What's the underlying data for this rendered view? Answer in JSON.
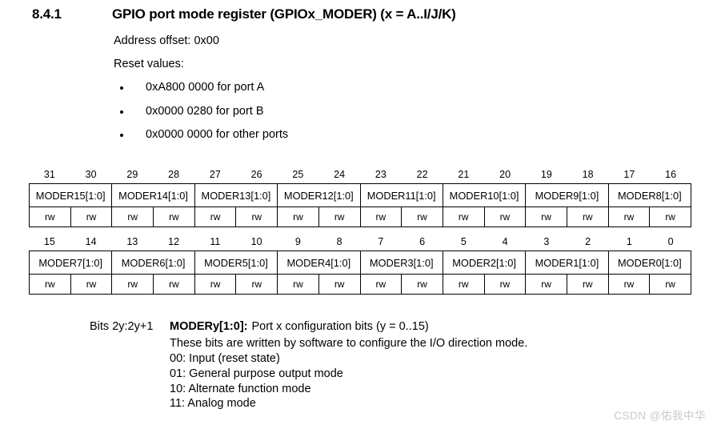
{
  "section": {
    "number": "8.4.1",
    "title": "GPIO port mode register (GPIOx_MODER) (x = A..I/J/K)"
  },
  "intro": {
    "address_offset": "Address offset: 0x00",
    "reset_values_label": "Reset values:",
    "reset_values": [
      "0xA800 0000 for port A",
      "0x0000 0280 for port B",
      "0x0000 0000 for other ports"
    ]
  },
  "register_tables": [
    {
      "bit_numbers": [
        "31",
        "30",
        "29",
        "28",
        "27",
        "26",
        "25",
        "24",
        "23",
        "22",
        "21",
        "20",
        "19",
        "18",
        "17",
        "16"
      ],
      "fields": [
        "MODER15[1:0]",
        "MODER14[1:0]",
        "MODER13[1:0]",
        "MODER12[1:0]",
        "MODER11[1:0]",
        "MODER10[1:0]",
        "MODER9[1:0]",
        "MODER8[1:0]"
      ],
      "access": [
        "rw",
        "rw",
        "rw",
        "rw",
        "rw",
        "rw",
        "rw",
        "rw",
        "rw",
        "rw",
        "rw",
        "rw",
        "rw",
        "rw",
        "rw",
        "rw"
      ]
    },
    {
      "bit_numbers": [
        "15",
        "14",
        "13",
        "12",
        "11",
        "10",
        "9",
        "8",
        "7",
        "6",
        "5",
        "4",
        "3",
        "2",
        "1",
        "0"
      ],
      "fields": [
        "MODER7[1:0]",
        "MODER6[1:0]",
        "MODER5[1:0]",
        "MODER4[1:0]",
        "MODER3[1:0]",
        "MODER2[1:0]",
        "MODER1[1:0]",
        "MODER0[1:0]"
      ],
      "access": [
        "rw",
        "rw",
        "rw",
        "rw",
        "rw",
        "rw",
        "rw",
        "rw",
        "rw",
        "rw",
        "rw",
        "rw",
        "rw",
        "rw",
        "rw",
        "rw"
      ]
    }
  ],
  "bit_description": {
    "range": "Bits 2y:2y+1",
    "name": "MODERy[1:0]:",
    "summary": "Port x configuration bits (y = 0..15)",
    "lines": [
      "These bits are written by software to configure the I/O direction mode.",
      "00: Input (reset state)",
      "01: General purpose output mode",
      "10: Alternate function mode",
      "11: Analog mode"
    ]
  },
  "watermark": {
    "text": "CSDN @佑我中华",
    "color": "#c9c9c9"
  }
}
